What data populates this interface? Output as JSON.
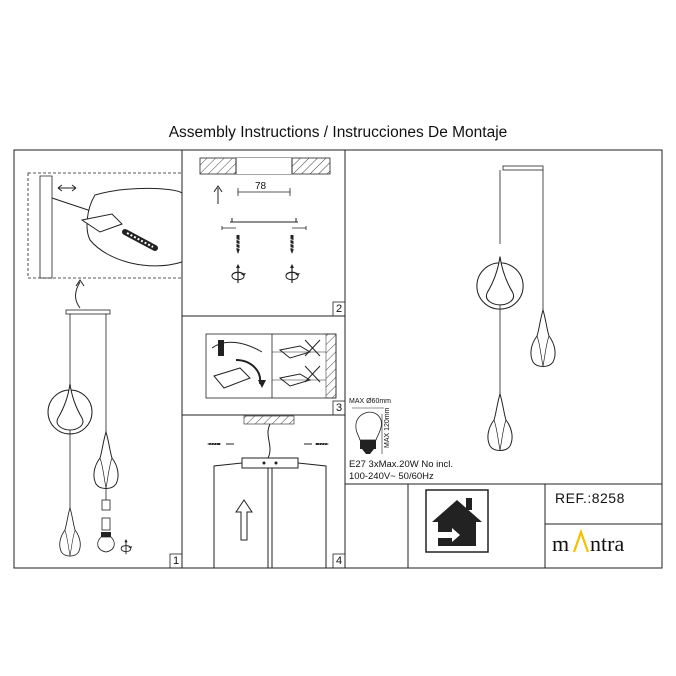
{
  "title": "Assembly Instructions / Instrucciones De Montaje",
  "panels": [
    {
      "number": "1"
    },
    {
      "number": "2",
      "dimension": "78"
    },
    {
      "number": "3"
    },
    {
      "number": "4"
    }
  ],
  "bulb_spec": {
    "max_diameter": "MAX Ø60mm",
    "max_height": "MAX 120mm",
    "line1": "E27  3xMax.20W  No incl.",
    "line2": "100-240V~ 50/60Hz"
  },
  "reference": "REF.:8258",
  "brand": {
    "name": "mantra",
    "accent_color": "#f2c200"
  },
  "icons": [
    "indoor-use-house-icon",
    "screw-icon",
    "rotate-arrows-icon",
    "up-arrow-icon"
  ],
  "colors": {
    "line": "#222222",
    "glass": "#ffffff"
  }
}
